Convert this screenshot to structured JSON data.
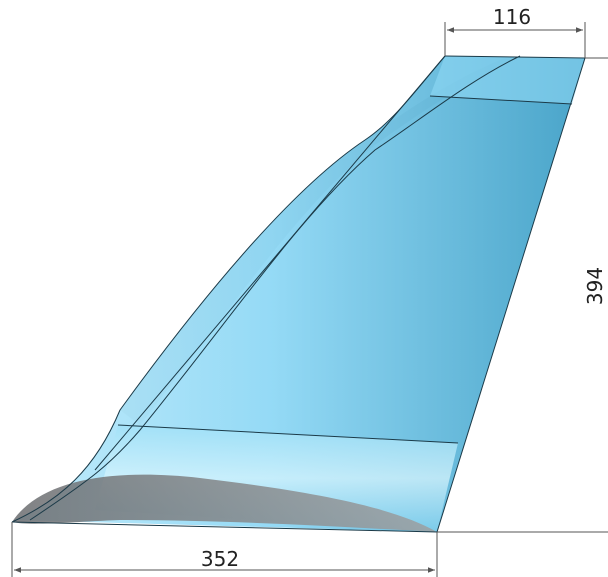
{
  "dimensions": {
    "top_chord": "116",
    "span": "394",
    "root_chord": "352"
  },
  "colors": {
    "surface_light": "#a8e4f8",
    "surface_mid": "#6cc8ea",
    "surface_dark": "#3f9fc6",
    "airfoil_gray": "#8a8c8f",
    "airfoil_dark": "#5b5d60",
    "edge": "#1b3a48",
    "dimension_line": "#555555",
    "background": "#ffffff"
  },
  "icons": {
    "dimension_arrow": "arrowhead-icon"
  }
}
